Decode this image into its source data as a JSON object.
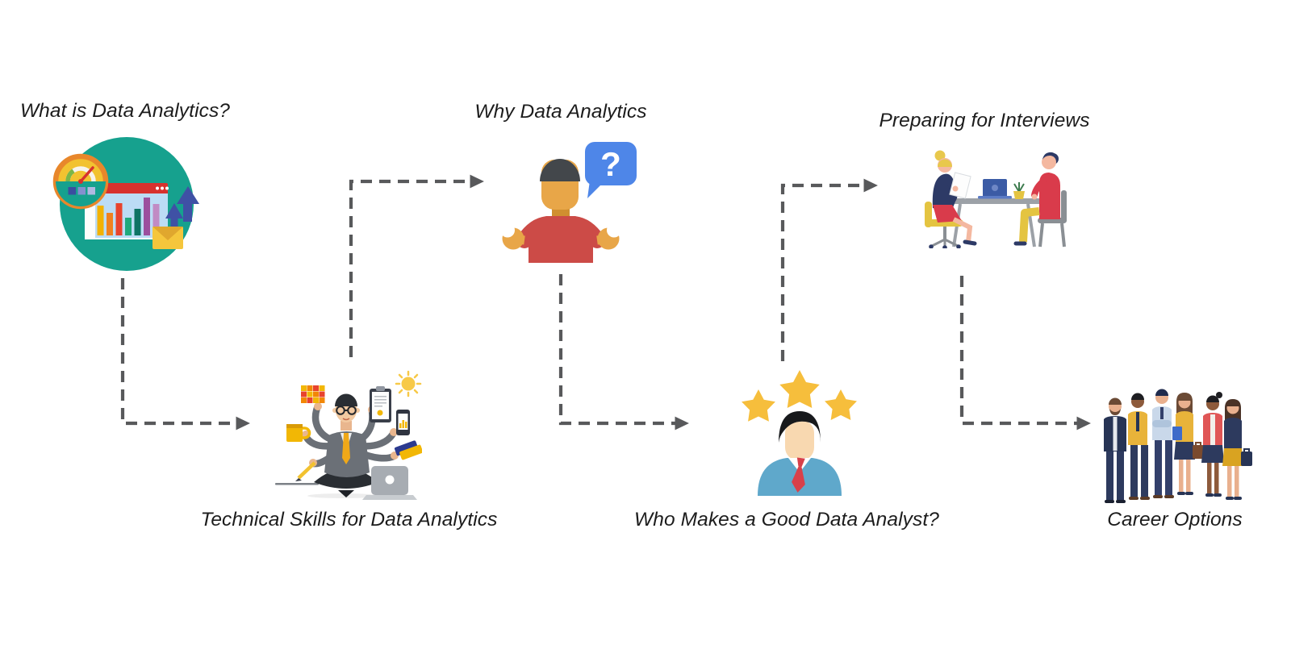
{
  "steps": [
    {
      "id": "what-is-data-analytics",
      "label": "What is Data Analytics?",
      "icon": "analytics-dashboard-circle"
    },
    {
      "id": "technical-skills",
      "label": "Technical Skills for Data Analytics",
      "icon": "multitasking-analyst"
    },
    {
      "id": "why-data-analytics",
      "label": "Why Data Analytics",
      "icon": "shrugging-person-question"
    },
    {
      "id": "who-makes-good-analyst",
      "label": "Who Makes a Good Data Analyst?",
      "icon": "three-star-analyst"
    },
    {
      "id": "preparing-for-interviews",
      "label": "Preparing for Interviews",
      "icon": "interview-scene"
    },
    {
      "id": "career-options",
      "label": "Career Options",
      "icon": "professionals-group"
    }
  ],
  "bubble": {
    "question_mark": "?"
  },
  "colors": {
    "text": "#1c1c1c",
    "connector": "#58595b",
    "teal_circle": "#16A18E",
    "bubble_blue": "#4E86E8",
    "star_gold": "#F6BE3C",
    "shirt_red": "#CC4B47"
  }
}
